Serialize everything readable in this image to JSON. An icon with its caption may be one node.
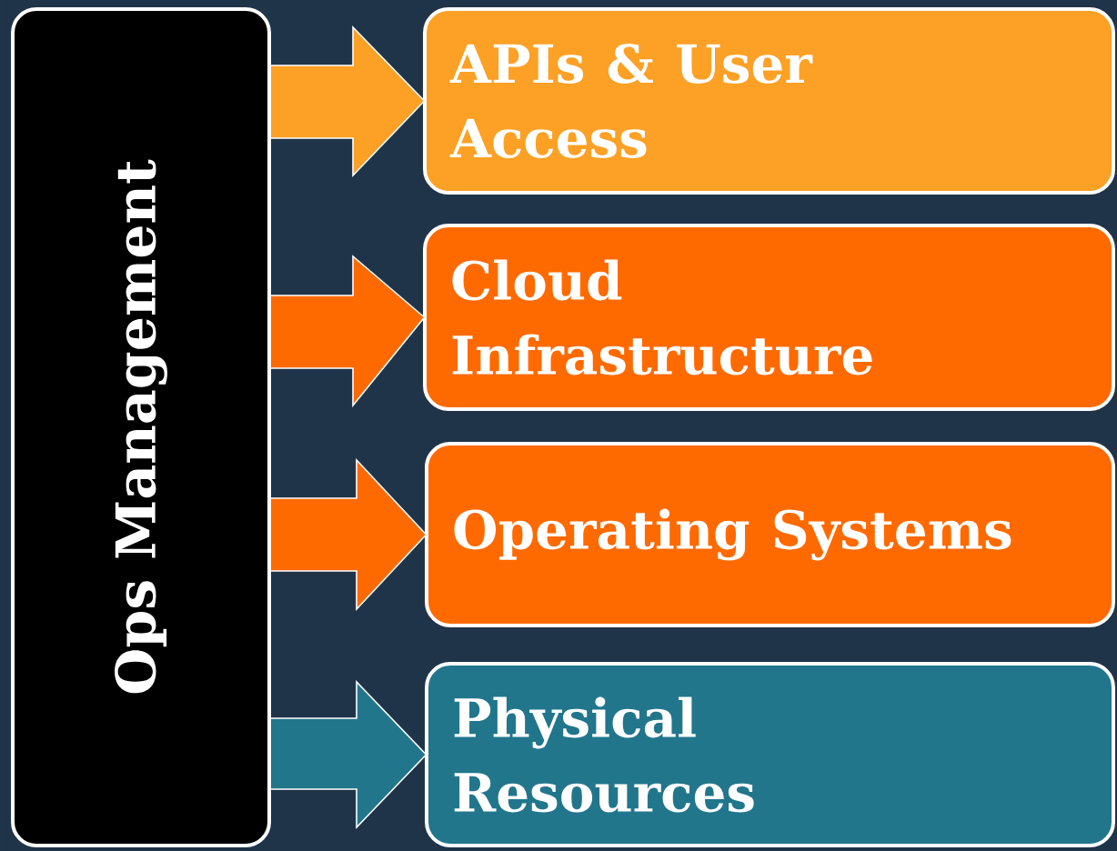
{
  "diagram": {
    "nodes": [
      {
        "text": [
          "Ops Management"
        ]
      },
      {
        "text": [
          "APIs & User Access"
        ]
      },
      {
        "text": [
          "Cloud Infrastructure"
        ]
      },
      {
        "text": [
          "Operating Systems"
        ]
      },
      {
        "text": [
          "Physical Resources"
        ]
      }
    ],
    "edges": [
      {
        "from": 0,
        "to": 1,
        "arrow": "to",
        "color": "#fca125"
      },
      {
        "from": 0,
        "to": 2,
        "arrow": "to",
        "color": "#ff6a00"
      },
      {
        "from": 0,
        "to": 3,
        "arrow": "to",
        "color": "#ff6a00"
      },
      {
        "from": 0,
        "to": 4,
        "arrow": "to",
        "color": "#22768c"
      }
    ]
  }
}
